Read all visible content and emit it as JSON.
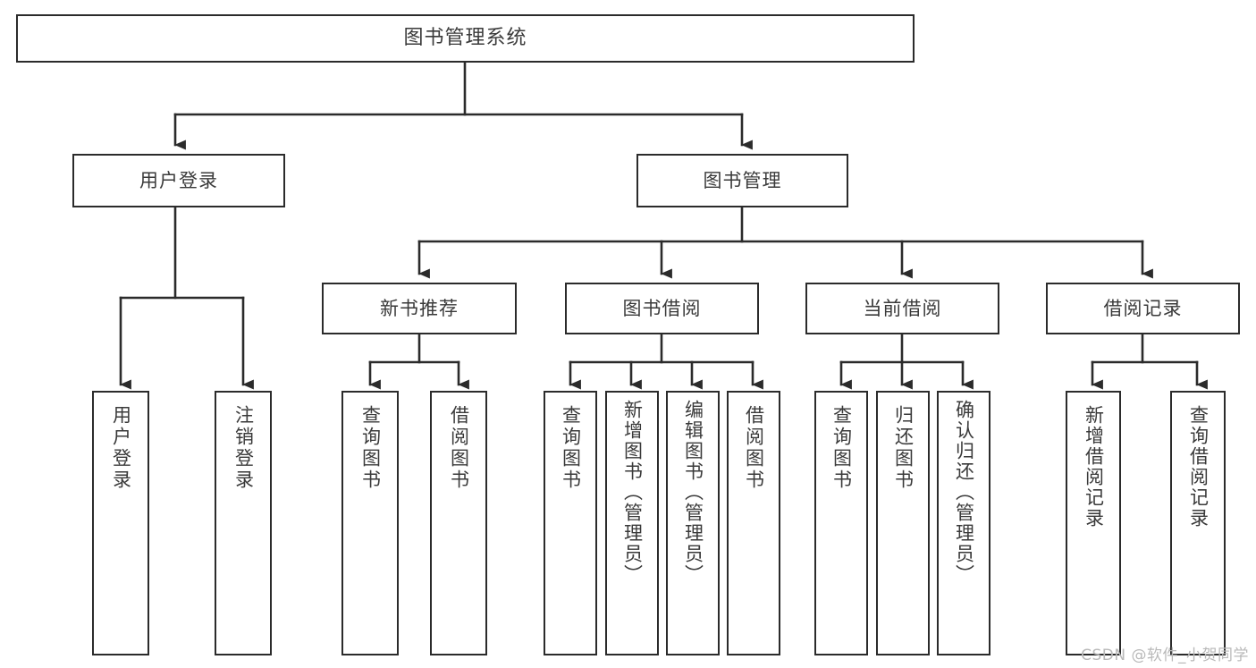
{
  "diagram": {
    "title": "图书管理系统",
    "type": "tree-hierarchy-diagram",
    "colors": {
      "background": "#ffffff",
      "node_border": "#2b2b2b",
      "node_fill": "#ffffff",
      "text": "#3a3a3a",
      "edge": "#2b2b2b",
      "watermark": "#b9b9b9"
    },
    "levels": {
      "root": [
        "图书管理系统"
      ],
      "level2": [
        "用户登录",
        "图书管理"
      ],
      "level3": [
        "新书推荐",
        "图书借阅",
        "当前借阅",
        "借阅记录"
      ],
      "level4": [
        "用户登录",
        "注销登录",
        "查询图书",
        "借阅图书",
        "查询图书",
        "新增图书（管理员）",
        "编辑图书（管理员）",
        "借阅图书",
        "查询图书",
        "归还图书",
        "确认归还（管理员）",
        "新增借阅记录",
        "查询借阅记录"
      ]
    }
  },
  "nodes": {
    "root": {
      "label": "图书管理系统"
    },
    "user_login": {
      "label": "用户登录"
    },
    "book_manage": {
      "label": "图书管理"
    },
    "new_book_rec": {
      "label": "新书推荐"
    },
    "book_borrow": {
      "label": "图书借阅"
    },
    "current_borrow": {
      "label": "当前借阅"
    },
    "borrow_record": {
      "label": "借阅记录"
    },
    "leaf_user_login": {
      "label": "用户登录"
    },
    "leaf_logout": {
      "label": "注销登录"
    },
    "leaf_query_book_1": {
      "label": "查询图书"
    },
    "leaf_borrow_book_1": {
      "label": "借阅图书"
    },
    "leaf_query_book_2": {
      "label": "查询图书"
    },
    "leaf_add_book": {
      "label": "新增图书（管理员）"
    },
    "leaf_edit_book": {
      "label": "编辑图书（管理员）"
    },
    "leaf_borrow_book_2": {
      "label": "借阅图书"
    },
    "leaf_query_book_3": {
      "label": "查询图书"
    },
    "leaf_return_book": {
      "label": "归还图书"
    },
    "leaf_confirm_return": {
      "label": "确认归还（管理员）"
    },
    "leaf_add_record": {
      "label": "新增借阅记录"
    },
    "leaf_query_record": {
      "label": "查询借阅记录"
    }
  },
  "watermark": {
    "text": "CSDN @软件_小贺同学"
  }
}
